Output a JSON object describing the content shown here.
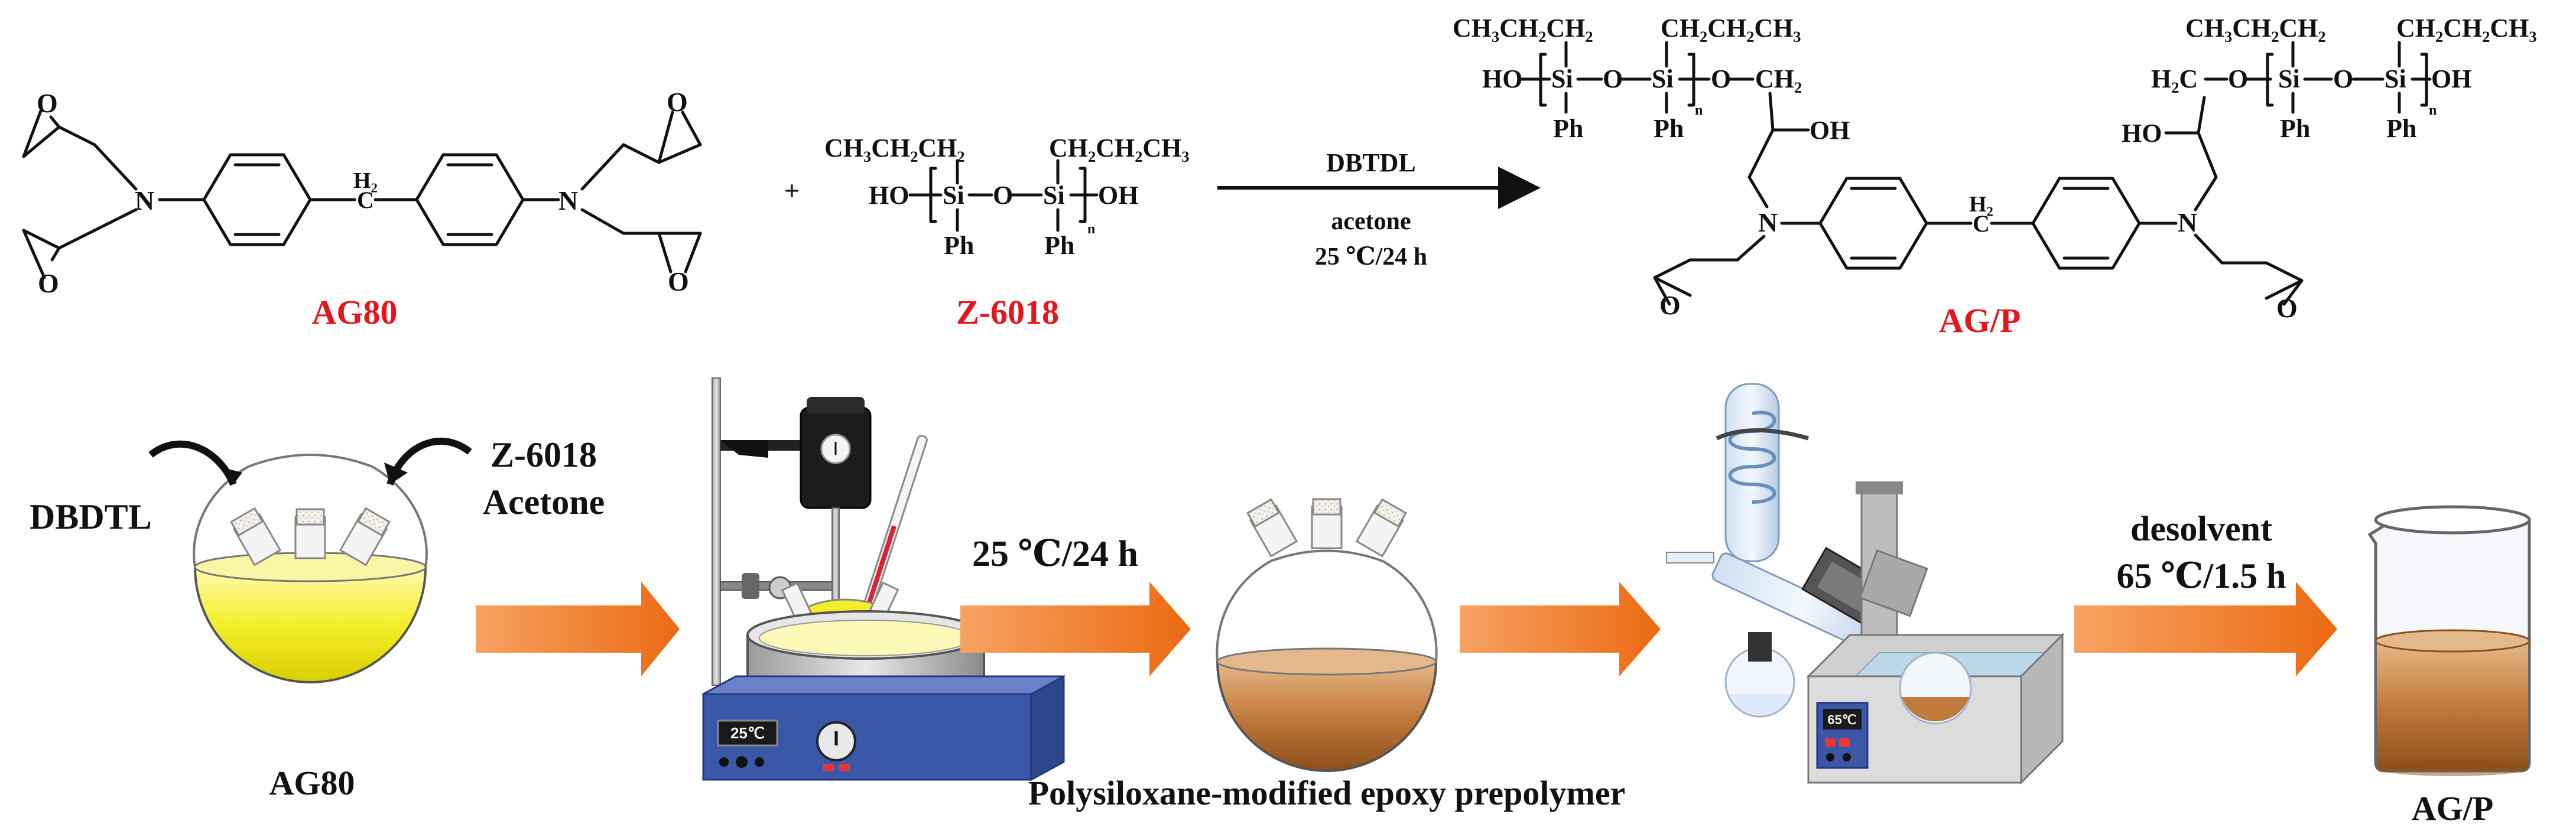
{
  "reaction": {
    "reactant1": {
      "name": "AG80"
    },
    "plus": "+",
    "reactant2": {
      "name": "Z-6018",
      "left_chain": "CH₃CH₂CH₂",
      "right_chain": "CH₂CH₂CH₃",
      "ho": "HO",
      "si1": "Si",
      "o_link": "O",
      "si2": "Si",
      "oh": "OH",
      "ph1": "Ph",
      "ph2": "Ph",
      "n_sub": "n"
    },
    "conditions": {
      "catalyst": "DBTDL",
      "solvent": "acetone",
      "temp_time": "25 ℃/24 h"
    },
    "product": {
      "name": "AG/P",
      "ch2": "CH₂",
      "h2c": "H₂C",
      "oh": "OH",
      "ho": "HO",
      "o_red": "O"
    },
    "atoms": {
      "N": "N",
      "O": "O",
      "H2": "H₂",
      "C": "C"
    }
  },
  "process": {
    "flask1_inputs_left": "DBDTL",
    "flask1_inputs_right_line1": "Z-6018",
    "flask1_inputs_right_line2": "Acetone",
    "flask1_label": "AG80",
    "hotplate_display": "25℃",
    "step1_condition": "25 ℃/24 h",
    "intermediate_label": "Polysiloxane-modified epoxy prepolymer",
    "rotavap_display": "65℃",
    "step3_line1": "desolvent",
    "step3_line2": "65 ℃/1.5 h",
    "final_label": "AG/P"
  },
  "colors": {
    "highlight_red": "#e8141b",
    "arrow_orange": "#f07a22",
    "yellow_solution": "#f2ec1c",
    "brown_solution": "#c27a3c",
    "hotplate_blue": "#3b57a7"
  }
}
